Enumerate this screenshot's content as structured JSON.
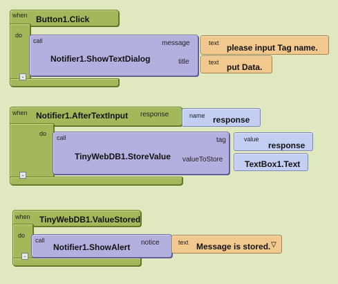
{
  "block1": {
    "when": "when",
    "event": "Button1.Click",
    "do": "do",
    "call": "call",
    "method": "Notifier1.ShowTextDialog",
    "arg1_label": "message",
    "arg2_label": "title",
    "text1_tag": "text",
    "text1_value": "please input Tag name.",
    "text2_tag": "text",
    "text2_value": "put Data.",
    "collapse": "-"
  },
  "block2": {
    "when": "when",
    "event": "Notifier1.AfterTextInput",
    "param_label": "response",
    "name_tag": "name",
    "name_value": "response",
    "do": "do",
    "call": "call",
    "method": "TinyWebDB1.StoreValue",
    "arg1_label": "tag",
    "arg2_label": "valueToStore",
    "value_tag": "value",
    "value_value": "response",
    "component_value": "TextBox1.Text",
    "collapse": "-"
  },
  "block3": {
    "when": "when",
    "event": "TinyWebDB1.ValueStored",
    "do": "do",
    "call": "call",
    "method": "Notifier1.ShowAlert",
    "arg1_label": "notice",
    "text_tag": "text",
    "text_value": "Message is stored.",
    "dropdown_icon": "▽",
    "collapse": "-"
  },
  "colors": {
    "event": "#a3b85a",
    "call": "#b3b0e0",
    "text": "#f1c88e",
    "name": "#c4cef2",
    "background": "#dfe8bf"
  }
}
